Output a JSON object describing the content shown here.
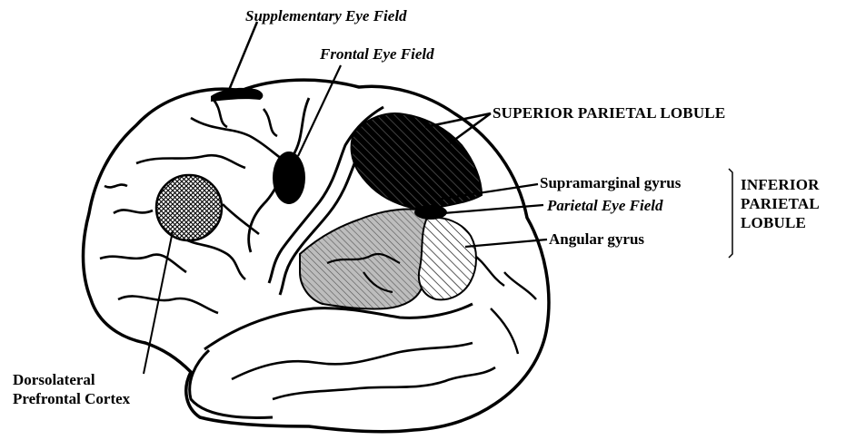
{
  "labels": {
    "supplementary_eye_field": "Supplementary Eye Field",
    "frontal_eye_field": "Frontal Eye Field",
    "superior_parietal_lobule": "SUPERIOR PARIETAL LOBULE",
    "supramarginal_gyrus": "Supramarginal gyrus",
    "parietal_eye_field": "Parietal Eye Field",
    "angular_gyrus": "Angular gyrus",
    "inferior_parietal_lobule": [
      "INFERIOR",
      "PARIETAL",
      "LOBULE"
    ],
    "dorsolateral_prefrontal_cortex": [
      "Dorsolateral",
      "Prefrontal Cortex"
    ]
  },
  "colors": {
    "ink": "#000000",
    "background": "#ffffff",
    "hatch_gray": "#9a9a9a"
  }
}
